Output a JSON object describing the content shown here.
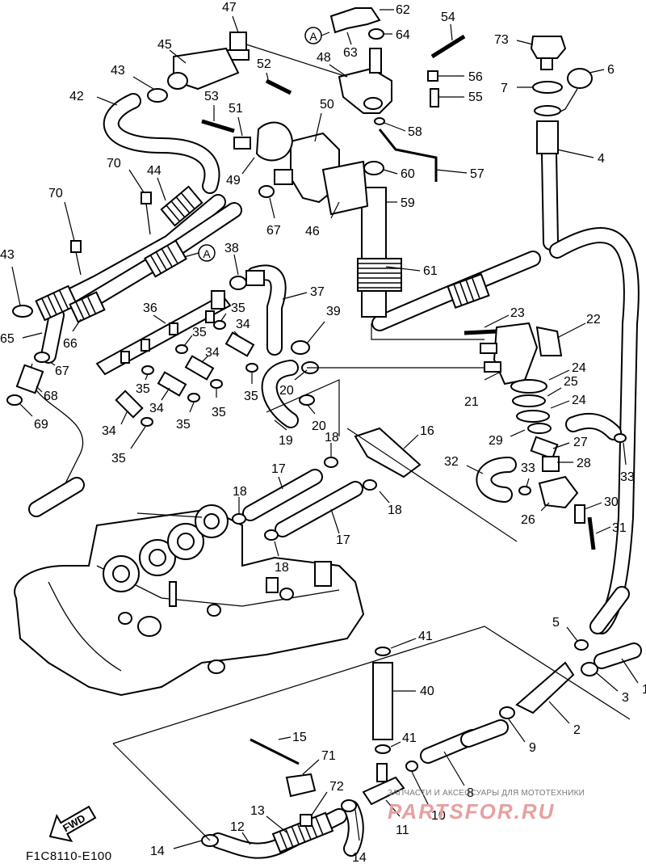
{
  "diagram": {
    "code": "F1C8110-E100",
    "fwd_label": "FWD",
    "ref_marker": "A",
    "callouts": [
      "1",
      "2",
      "3",
      "4",
      "5",
      "6",
      "7",
      "8",
      "9",
      "10",
      "11",
      "12",
      "13",
      "14",
      "14",
      "15",
      "16",
      "17",
      "17",
      "18",
      "18",
      "18",
      "18",
      "19",
      "20",
      "20",
      "21",
      "22",
      "23",
      "24",
      "24",
      "25",
      "26",
      "27",
      "28",
      "29",
      "30",
      "31",
      "32",
      "33",
      "33",
      "34",
      "34",
      "34",
      "34",
      "35",
      "35",
      "35",
      "35",
      "35",
      "35",
      "35",
      "36",
      "37",
      "38",
      "39",
      "40",
      "41",
      "41",
      "42",
      "43",
      "43",
      "44",
      "45",
      "46",
      "47",
      "48",
      "49",
      "50",
      "51",
      "52",
      "53",
      "54",
      "55",
      "56",
      "57",
      "58",
      "59",
      "60",
      "61",
      "62",
      "63",
      "64",
      "65",
      "66",
      "67",
      "67",
      "68",
      "69",
      "70",
      "70",
      "71",
      "72",
      "73"
    ]
  },
  "watermark": {
    "tagline": "ЗАПЧАСТИ И АКСЕССУАРЫ ДЛЯ МОТОТЕХНИКИ",
    "site": "PARTSFOR.RU"
  }
}
